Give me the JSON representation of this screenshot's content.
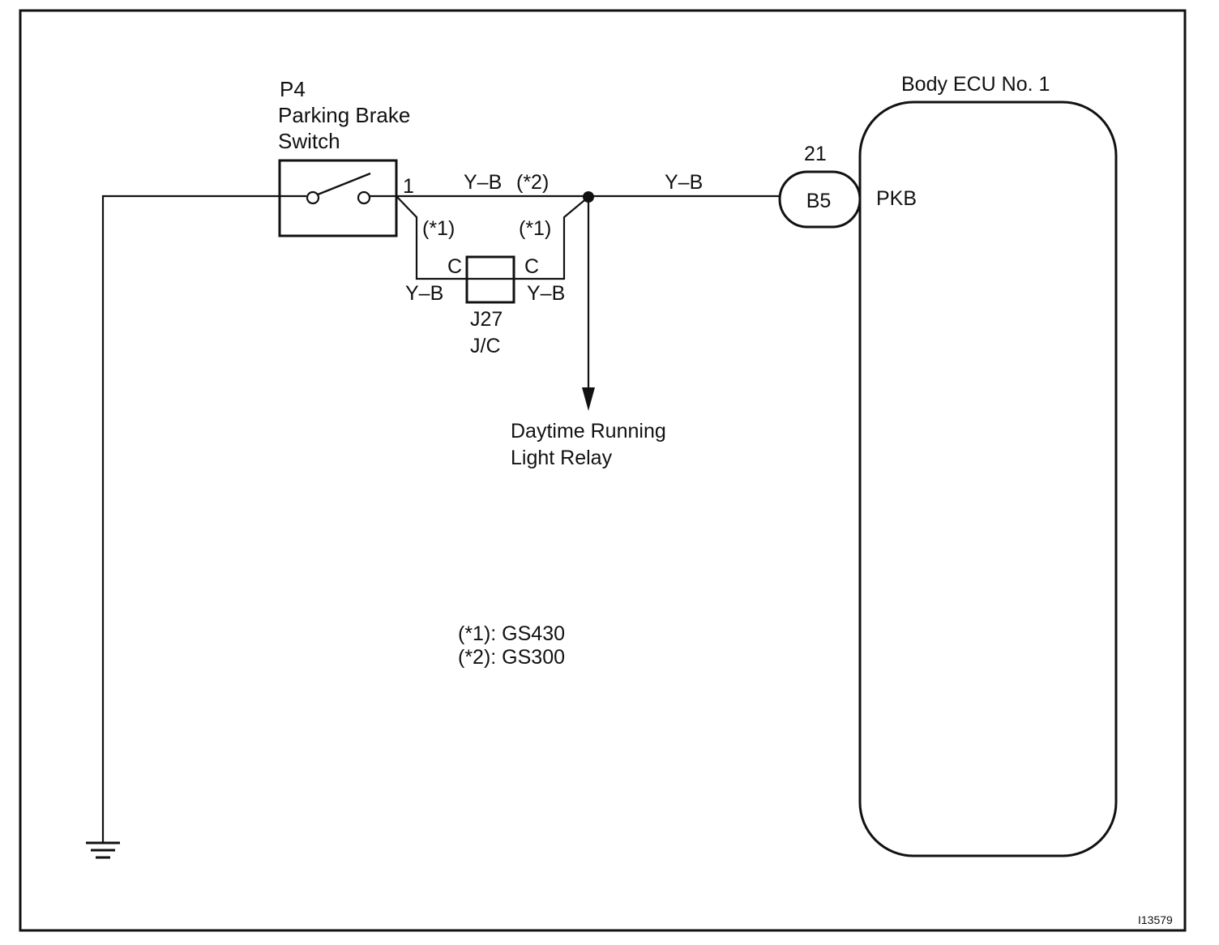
{
  "switch": {
    "code": "P4",
    "name_line1": "Parking Brake",
    "name_line2": "Switch",
    "pin": "1"
  },
  "wires": {
    "main_left": "Y–B",
    "main_left_note": "(*2)",
    "main_right": "Y–B",
    "branch_left_note": "(*1)",
    "branch_right_note": "(*1)",
    "jc_left_wire": "Y–B",
    "jc_right_wire": "Y–B"
  },
  "junction": {
    "pin_left": "C",
    "pin_right": "C",
    "code": "J27",
    "type": "J/C"
  },
  "relay": {
    "line1": "Daytime Running",
    "line2": "Light Relay"
  },
  "ecu": {
    "title": "Body ECU No. 1",
    "connector": "B5",
    "pin": "21",
    "terminal": "PKB"
  },
  "legend": {
    "line1": "(*1): GS430",
    "line2": "(*2): GS300"
  },
  "ref_code": "I13579"
}
